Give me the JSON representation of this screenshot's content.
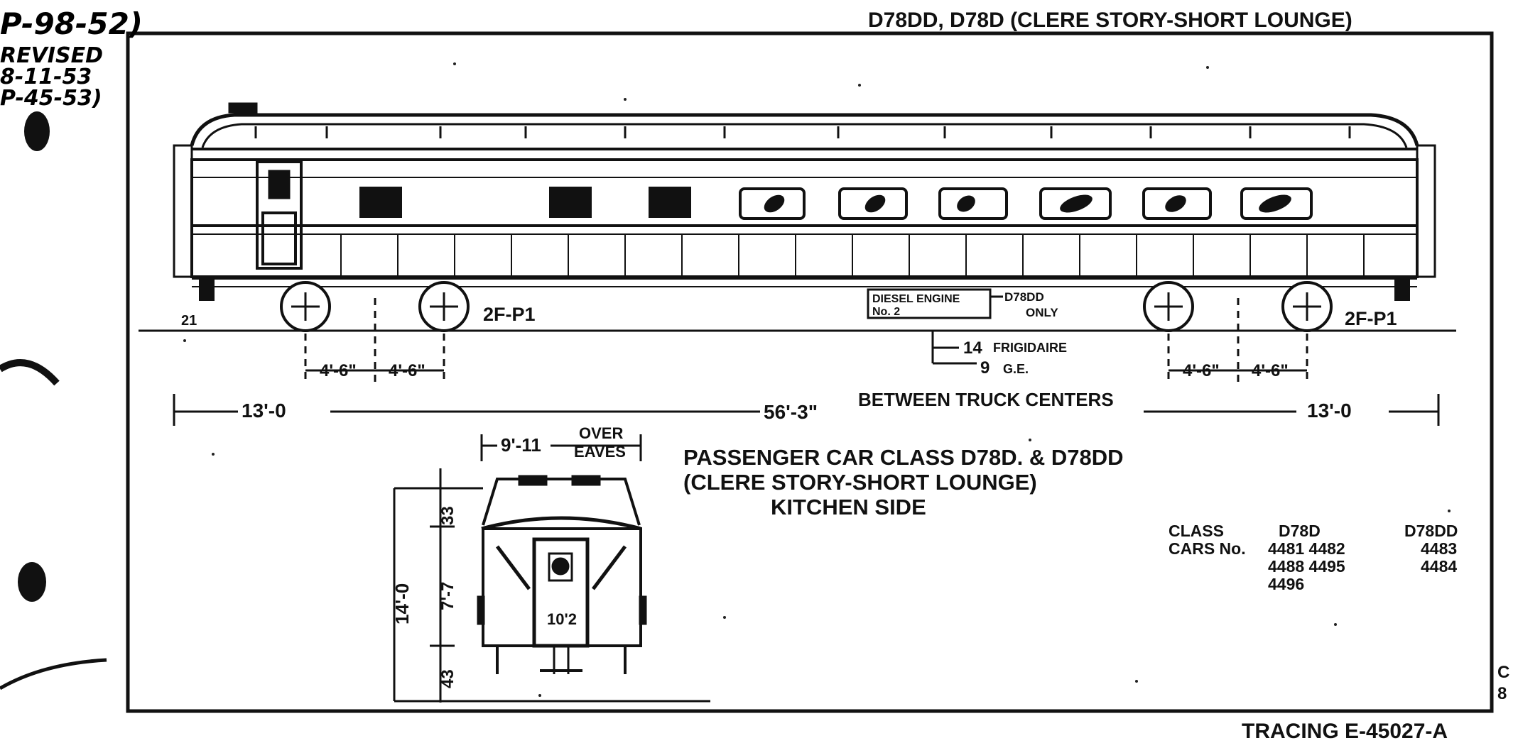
{
  "header": {
    "title": "D78DD, D78D (CLERE STORY-SHORT LOUNGE)"
  },
  "margin_notes": {
    "order": "P-98-52)",
    "revised": "REVISED",
    "date": "8-11-53",
    "ref": "P-45-53)"
  },
  "side_view": {
    "truck_left": "2F-P1",
    "truck_right": "2F-P1",
    "engine_label": "DIESEL ENGINE",
    "engine_number": "No. 2",
    "engine_note_1": "D78DD",
    "engine_note_2": "ONLY",
    "end_dim": "21",
    "wheelbase_1": "4'-6\"",
    "wheelbase_2": "4'-6\"",
    "wheelbase_3": "4'-6\"",
    "wheelbase_4": "4'-6\"",
    "frigidaire_dim": "14",
    "frigidaire_label": "FRIGIDAIRE",
    "ge_dim": "9",
    "ge_label": "G.E.",
    "overhang_left": "13'-0",
    "overhang_right": "13'-0",
    "truck_centers": "56'-3\"",
    "truck_centers_label": "BETWEEN TRUCK CENTERS"
  },
  "end_view": {
    "width_dim": "9'-11",
    "over_eaves_1": "OVER",
    "over_eaves_2": "EAVES",
    "height_total": "14'-0",
    "height_roof": "33",
    "height_body": "7'-7",
    "height_bottom": "43",
    "door_width": "10'2"
  },
  "caption": {
    "line1": "PASSENGER CAR CLASS D78D. & D78DD",
    "line2": "(CLERE STORY-SHORT LOUNGE)",
    "line3": "KITCHEN SIDE"
  },
  "class_table": {
    "class_label": "CLASS",
    "cars_label": "CARS No.",
    "col1_header": "D78D",
    "col2_header": "D78DD",
    "col1_row1": "4481 4482",
    "col1_row2": "4488 4495",
    "col1_row3": "4496",
    "col2_row1": "4483",
    "col2_row2": "4484"
  },
  "footer": {
    "tracing": "TRACING E-45027-A",
    "side_mark_1": "C",
    "side_mark_2": "8"
  }
}
